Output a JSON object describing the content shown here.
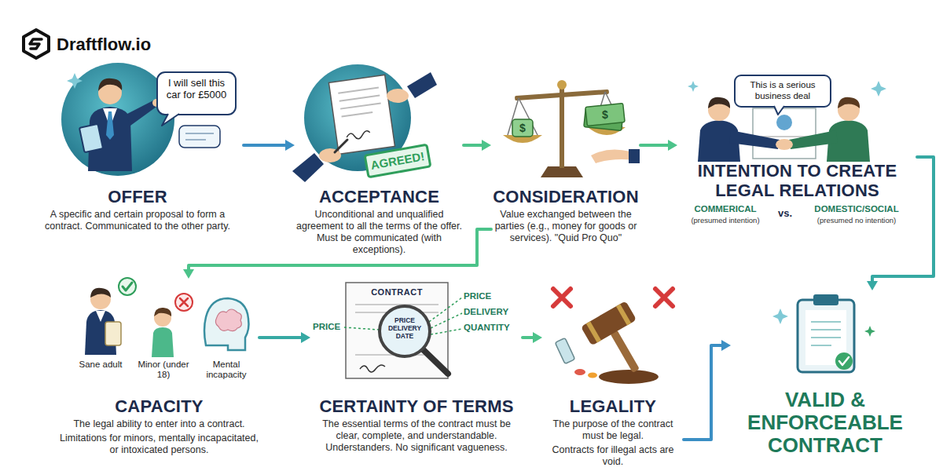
{
  "diagram": {
    "nodes": [
      {
        "text": [
          "OFFER",
          "A specific and certain proposal to form a contract. Communicated to the other party."
        ]
      },
      {
        "text": [
          "ACCEPTANCE",
          "Unconditional and unqualified agreement to all the terms of the offer. Must be communicated (with exceptions)."
        ]
      },
      {
        "text": [
          "CONSIDERATION",
          "Value exchanged between the parties (e.g., money for goods or services). \"Quid Pro Quo\""
        ]
      },
      {
        "text": [
          "INTENTION TO CREATE LEGAL RELATIONS"
        ]
      },
      {
        "text": [
          "CAPACITY",
          "The legal ability to enter into a contract.",
          "Limitations for minors, mentally incapacitated, or intoxicated persons."
        ]
      },
      {
        "text": [
          "CERTAINTY OF TERMS",
          "The essential terms of the contract must be clear, complete, and understandable. Understanders. No significant vagueness."
        ]
      },
      {
        "text": [
          "LEGALITY",
          "The purpose of the contract must be legal.",
          "Contracts for illegal acts are void."
        ]
      },
      {
        "text": [
          "VALID & ENFORCEABLE CONTRACT"
        ]
      }
    ],
    "edges": [
      {
        "from": 0,
        "to": 1,
        "arrow": "to"
      },
      {
        "from": 1,
        "to": 2,
        "arrow": "to"
      },
      {
        "from": 2,
        "to": 3,
        "arrow": "to"
      },
      {
        "from": 2,
        "to": 4,
        "arrow": "to"
      },
      {
        "from": 3,
        "to": 7,
        "arrow": "to"
      },
      {
        "from": 4,
        "to": 5,
        "arrow": "to"
      },
      {
        "from": 5,
        "to": 6,
        "arrow": "to"
      },
      {
        "from": 6,
        "to": 7,
        "arrow": "to"
      }
    ],
    "labels": [
      "Draftflow.io",
      "I will sell this car for £5000",
      "AGREED!",
      "$",
      "$",
      "This is a serious business deal",
      "COMMERICAL",
      "(presumed intention)",
      "vs.",
      "DOMESTIC/SOCIAL",
      "(presumed no intention)",
      "Sane adult",
      "Minor (under 18)",
      "Mental incapacity",
      "CONTRACT",
      "PRICE",
      "PRICE DELIVERY DATE",
      "PRICE",
      "DELIVERY",
      "QUANTITY"
    ]
  }
}
